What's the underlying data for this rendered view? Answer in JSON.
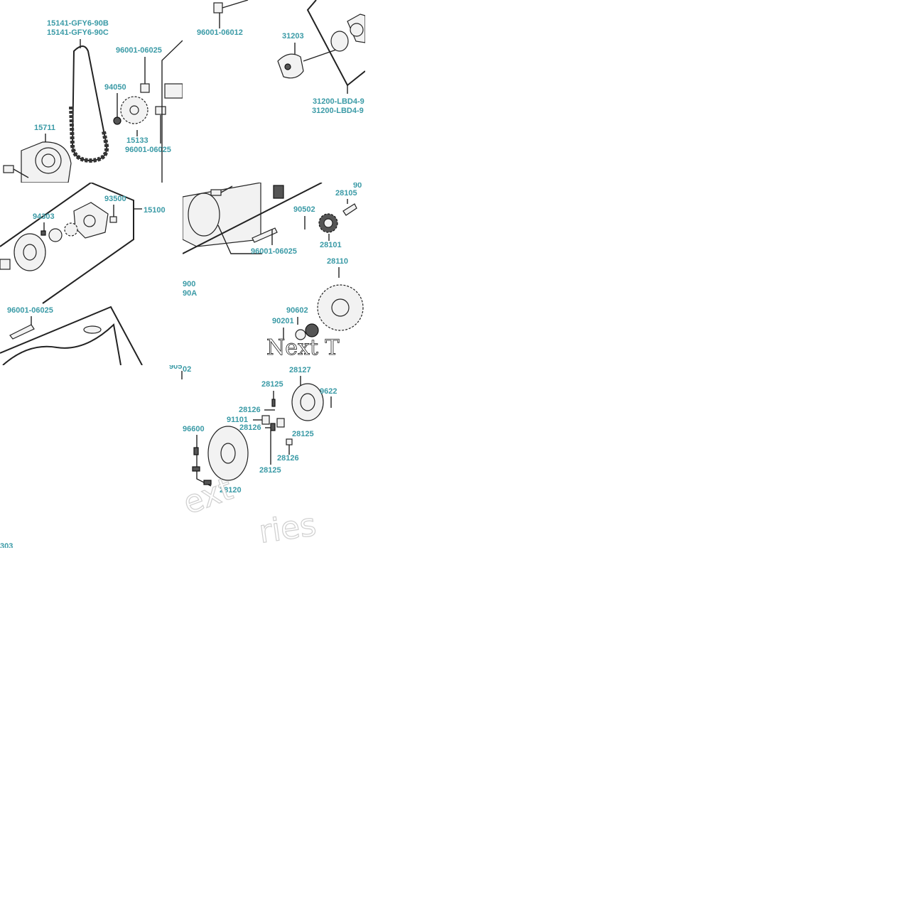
{
  "colors": {
    "label": "#3a9aa6",
    "line": "#222222",
    "background": "#ffffff"
  },
  "tiles": {
    "a": {
      "labels": [
        "15141-GFY6-90B",
        "15141-GFY6-90C",
        "96001-06025",
        "94050",
        "15711",
        "15133",
        "96001-06025"
      ]
    },
    "b": {
      "labels": [
        "96001-06012",
        "31203",
        "31200-LBD4-9",
        "31200-LBD4-9"
      ]
    },
    "c": {
      "labels": [
        "93500",
        "15100",
        "94303",
        "96001-06025"
      ]
    },
    "d": {
      "labels": [
        "90",
        "28105",
        "90502",
        "28101",
        "96001-06025",
        "28110",
        "900",
        "90A",
        "90602",
        "90201"
      ]
    },
    "e": {
      "labels": [
        "303",
        "905",
        "02"
      ]
    },
    "f": {
      "labels": [
        "28127",
        "28125",
        "9622",
        "28126",
        "91101",
        "28126",
        "28125",
        "96600",
        "28126",
        "28125",
        "28120"
      ]
    }
  },
  "watermark": {
    "d": "Next T",
    "f": "ext",
    "f2": "ries"
  }
}
